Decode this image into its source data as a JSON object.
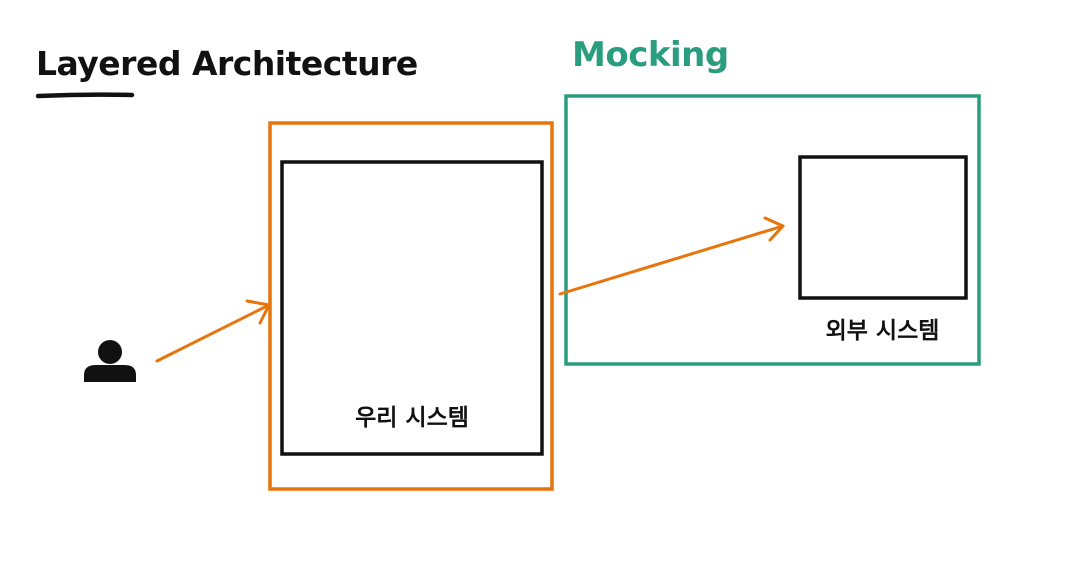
{
  "titles": {
    "layered_architecture": "Layered Architecture",
    "mocking": "Mocking"
  },
  "boxes": {
    "our_system": "우리 시스템",
    "external_system": "외부 시스템"
  },
  "icons": {
    "actor": "user-icon"
  },
  "colors": {
    "orange": "#e8740c",
    "teal": "#2a9d7f",
    "black": "#111111"
  }
}
